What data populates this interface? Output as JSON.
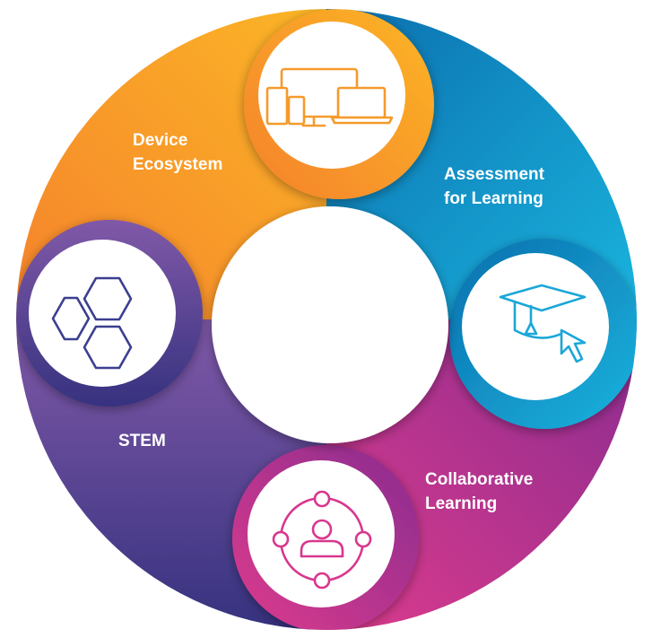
{
  "segments": [
    {
      "id": "device-ecosystem",
      "label_lines": [
        "Device",
        "Ecosystem"
      ],
      "icon": "devices-icon",
      "color_start": "#f6882a",
      "color_end": "#fbb427",
      "icon_color": "#f59a2b"
    },
    {
      "id": "assessment-for-learning",
      "label_lines": [
        "Assessment",
        "for Learning"
      ],
      "icon": "graduation-cap-cursor-icon",
      "color_start": "#0a7fb8",
      "color_end": "#1ab0dc",
      "icon_color": "#1aa7d8"
    },
    {
      "id": "collaborative-learning",
      "label_lines": [
        "Collaborative",
        "Learning"
      ],
      "icon": "person-network-icon",
      "color_start": "#8e2d8f",
      "color_end": "#d8378e",
      "icon_color": "#d8378e"
    },
    {
      "id": "stem",
      "label_lines": [
        "STEM"
      ],
      "icon": "hexagons-icon",
      "color_start": "#7d57a8",
      "color_end": "#3b3585",
      "icon_color": "#3b3f8f"
    }
  ]
}
